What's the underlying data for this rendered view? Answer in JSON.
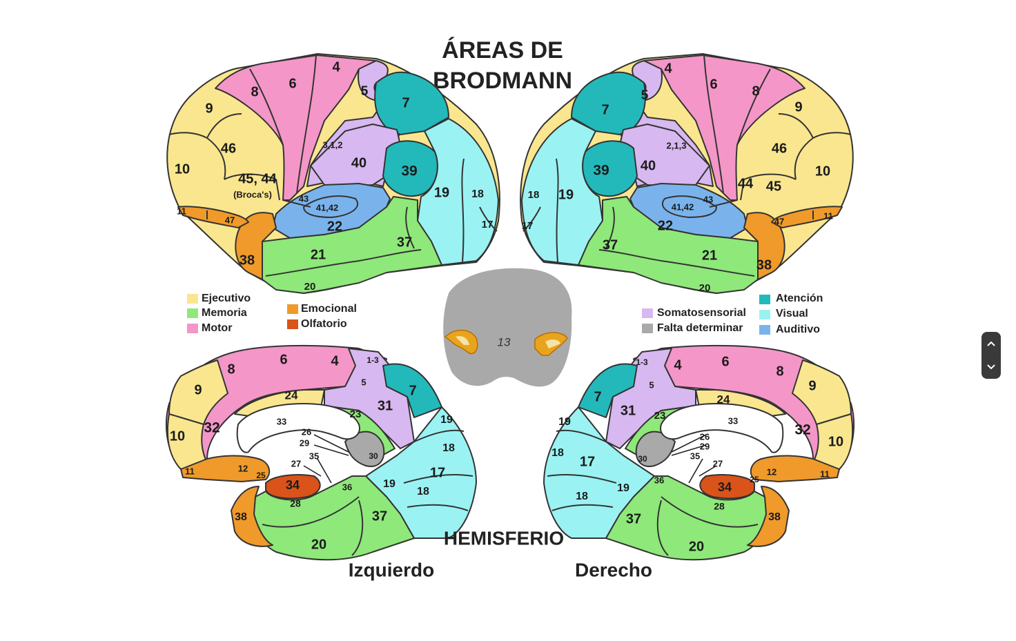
{
  "title": {
    "line1": "ÁREAS DE",
    "line2": "BRODMANN"
  },
  "hemisphere": {
    "heading": "HEMISFERIO",
    "left": "Izquierdo",
    "right": "Derecho"
  },
  "legend_left": [
    {
      "label": "Ejecutivo",
      "color": "#f9e68f"
    },
    {
      "label": "Memoria",
      "color": "#8fe87a"
    },
    {
      "label": "Motor",
      "color": "#f496c8"
    },
    {
      "label": "Emocional",
      "color": "#ef9a2a"
    },
    {
      "label": "Olfatorio",
      "color": "#d9531a"
    }
  ],
  "legend_right": [
    {
      "label": "Somatosensorial",
      "color": "#d8b8f0"
    },
    {
      "label": "Falta determinar",
      "color": "#a9a9a9"
    },
    {
      "label": "Atención",
      "color": "#23b9bb"
    },
    {
      "label": "Visual",
      "color": "#9bf2f2"
    },
    {
      "label": "Auditivo",
      "color": "#7ab3ec"
    }
  ],
  "insula_label": "13",
  "labels": {
    "l4": "4",
    "l5": "5",
    "l6": "6",
    "l7": "7",
    "l8": "8",
    "l9": "9",
    "l10": "10",
    "l11": "11",
    "l312": "3,1,2",
    "l40": "40",
    "l39": "39",
    "l46": "46",
    "l4544": "45, 44",
    "broca": "(Broca's)",
    "l43": "43",
    "l4142": "41,42",
    "l47": "47",
    "l22": "22",
    "l19": "19",
    "l18": "18",
    "l17": "17",
    "l37": "37",
    "l38": "38",
    "l21": "21",
    "l20": "20",
    "r4": "4",
    "r5": "5",
    "r6": "6",
    "r7": "7",
    "r8": "8",
    "r9": "9",
    "r46": "46",
    "r10": "10",
    "r213": "2,1,3",
    "r40": "40",
    "r39": "39",
    "r18": "18",
    "r19": "19",
    "r17": "17",
    "r44": "44",
    "r45": "45",
    "r43": "43",
    "r4142": "41,42",
    "r47": "47",
    "r11": "11",
    "r22": "22",
    "r37": "37",
    "r21": "21",
    "r38": "38",
    "r20": "20",
    "ml6": "6",
    "ml4": "4",
    "ml13": "1-3",
    "ml5": "5",
    "ml8": "8",
    "ml9": "9",
    "ml7": "7",
    "ml24": "24",
    "ml31": "31",
    "ml32": "32",
    "ml33": "33",
    "ml23": "23",
    "ml19a": "19",
    "ml10": "10",
    "ml26": "26",
    "ml29": "29",
    "ml18a": "18",
    "ml35": "35",
    "ml27": "27",
    "ml30": "30",
    "ml17": "17",
    "ml11": "11",
    "ml12": "12",
    "ml25": "25",
    "ml34": "34",
    "ml36": "36",
    "ml19b": "19",
    "ml18b": "18",
    "ml28": "28",
    "ml38": "38",
    "ml37": "37",
    "ml20": "20",
    "mr13": "1-3",
    "mr4": "4",
    "mr6": "6",
    "mr5": "5",
    "mr8": "8",
    "mr9": "9",
    "mr7": "7",
    "mr24": "24",
    "mr31": "31",
    "mr23": "23",
    "mr19a": "19",
    "mr33": "33",
    "mr32": "32",
    "mr10": "10",
    "mr26": "26",
    "mr29": "29",
    "mr18a": "18",
    "mr30": "30",
    "mr35": "35",
    "mr27": "27",
    "mr17": "17",
    "mr36": "36",
    "mr34": "34",
    "mr25": "25",
    "mr12": "12",
    "mr11": "11",
    "mr18b": "18",
    "mr19b": "19",
    "mr28": "28",
    "mr38": "38",
    "mr37": "37",
    "mr20": "20"
  }
}
